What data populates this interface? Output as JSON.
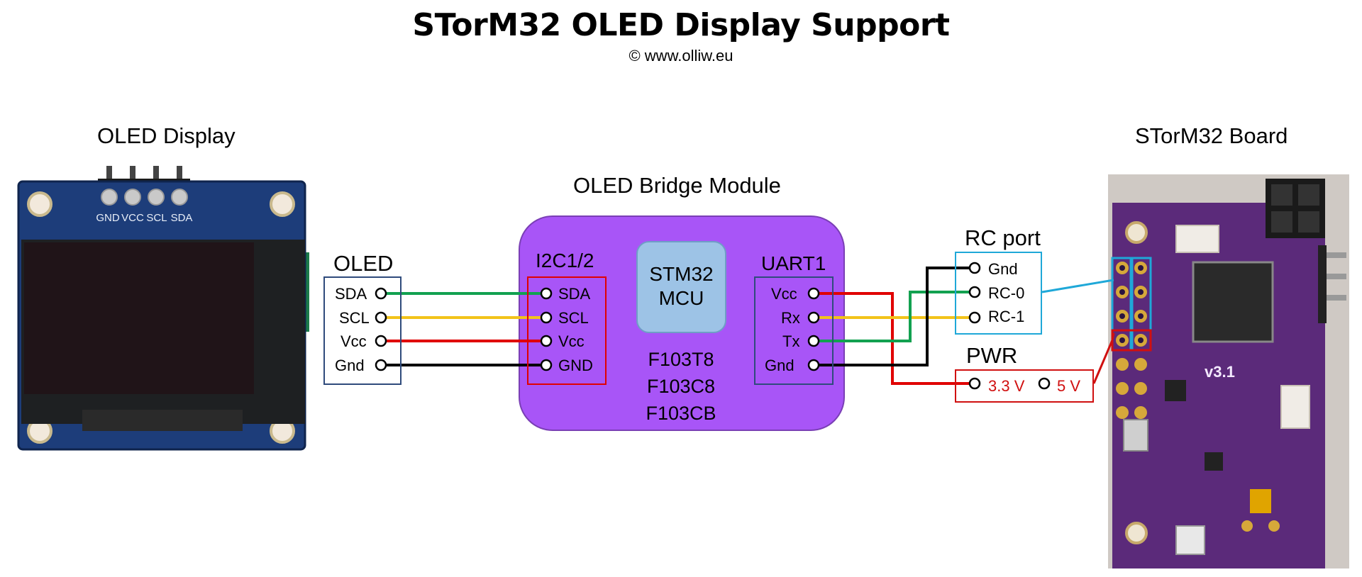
{
  "header": {
    "title": "STorM32 OLED Display Support",
    "subtitle": "© www.olliw.eu"
  },
  "oled_display": {
    "heading": "OLED Display",
    "header_pins": [
      "GND",
      "VCC",
      "SCL",
      "SDA"
    ]
  },
  "oled_connector": {
    "heading": "OLED",
    "pins": [
      "SDA",
      "SCL",
      "Vcc",
      "Gnd"
    ]
  },
  "bridge": {
    "heading": "OLED Bridge Module",
    "i2c": {
      "label": "I2C1/2",
      "pins": [
        "SDA",
        "SCL",
        "Vcc",
        "GND"
      ]
    },
    "mcu": {
      "line1": "STM32",
      "line2": "MCU"
    },
    "variants": [
      "F103T8",
      "F103C8",
      "F103CB"
    ],
    "uart": {
      "label": "UART1",
      "pins": [
        "Vcc",
        "Rx",
        "Tx",
        "Gnd"
      ]
    }
  },
  "rc_port": {
    "heading": "RC port",
    "pins": [
      "Gnd",
      "RC-0",
      "RC-1"
    ]
  },
  "pwr": {
    "heading": "PWR",
    "option1": "3.3 V",
    "option2": "5 V"
  },
  "storm32_board": {
    "heading": "STorM32 Board",
    "silk_version": "v3.1"
  },
  "colors": {
    "bridge_fill": "#a855f7",
    "bridge_border": "#7a3fb5",
    "mcu_fill": "#9dc3e6",
    "i2c_box": "#e00000",
    "uart_box": "#2f4b7c",
    "rc_box": "#1fa8d8",
    "pwr_box": "#d01010",
    "wire_sda": "#12a150",
    "wire_scl": "#f2c31a",
    "wire_vcc": "#e00000",
    "wire_gnd": "#000000",
    "pcb_blue": "#1d3d7a",
    "pcb_purple": "#5b2a7a"
  }
}
